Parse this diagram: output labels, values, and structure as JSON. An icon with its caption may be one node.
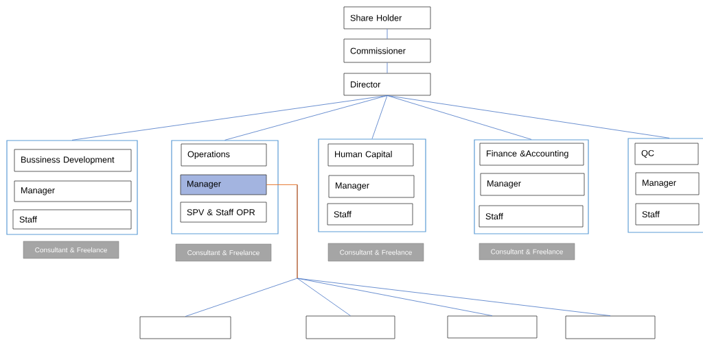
{
  "diagram": {
    "nodes": [
      {
        "text": [
          "Share Holder"
        ]
      },
      {
        "text": [
          "Commissioner"
        ]
      },
      {
        "text": [
          "Director"
        ]
      },
      {
        "text": [],
        "shape": "box"
      },
      {
        "text": [
          "Bussiness Development"
        ],
        "in": 3
      },
      {
        "text": [
          "Manager"
        ],
        "in": 3
      },
      {
        "text": [
          "Staff"
        ],
        "in": 3
      },
      {
        "text": [],
        "shape": "box"
      },
      {
        "text": [
          "Operations"
        ],
        "in": 7
      },
      {
        "text": [
          "Manager"
        ],
        "in": 7
      },
      {
        "text": [
          "SPV & Staff OPR"
        ],
        "in": 7
      },
      {
        "text": [],
        "shape": "box"
      },
      {
        "text": [
          "Human Capital"
        ],
        "in": 11
      },
      {
        "text": [
          "Manager"
        ],
        "in": 11
      },
      {
        "text": [
          "Staff"
        ],
        "in": 11
      },
      {
        "text": [],
        "shape": "box"
      },
      {
        "text": [
          "Finance &Accounting"
        ],
        "in": 15
      },
      {
        "text": [
          "Manager"
        ],
        "in": 15
      },
      {
        "text": [
          "Staff"
        ],
        "in": 15
      },
      {
        "text": [],
        "shape": "box"
      },
      {
        "text": [
          "QC"
        ],
        "in": 19
      },
      {
        "text": [
          "Manager"
        ],
        "in": 19
      },
      {
        "text": [
          "Staff"
        ],
        "in": 19
      },
      {
        "text": [
          "Consultant & Freelance"
        ]
      },
      {
        "text": [
          "Consultant & Freelance"
        ]
      },
      {
        "text": [
          "Consultant & Freelance"
        ]
      },
      {
        "text": [
          "Consultant & Freelance"
        ]
      },
      {
        "text": [],
        "shape": "box"
      },
      {
        "text": [],
        "shape": "box"
      },
      {
        "text": [],
        "shape": "box"
      },
      {
        "text": [],
        "shape": "box"
      }
    ],
    "edges": [
      {
        "from": 0,
        "to": 1,
        "arrow": "none"
      },
      {
        "from": 1,
        "to": 2,
        "arrow": "none"
      },
      {
        "from": 2,
        "to": 3,
        "arrow": "none"
      },
      {
        "from": 2,
        "to": 7,
        "arrow": "none"
      },
      {
        "from": 2,
        "to": 11,
        "arrow": "none"
      },
      {
        "from": 2,
        "to": 15,
        "arrow": "none"
      },
      {
        "from": 2,
        "to": 19,
        "arrow": "none"
      },
      {
        "from": 9,
        "to": 27,
        "arrow": "none",
        "color": "#ed7d31"
      },
      {
        "from": 9,
        "to": 28,
        "arrow": "none",
        "color": "#ed7d31"
      },
      {
        "from": 9,
        "to": 29,
        "arrow": "none"
      },
      {
        "from": 9,
        "to": 30,
        "arrow": "none"
      }
    ]
  }
}
